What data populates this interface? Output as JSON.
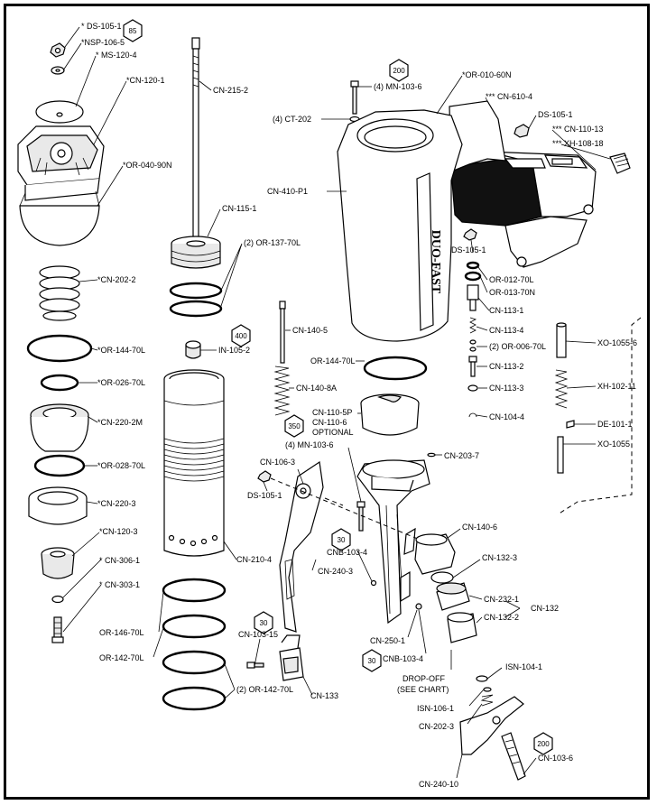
{
  "labels": {
    "ds105_1_top": "* DS-105-1",
    "nsp106_5": "*NSP-106-5",
    "ms120_4": "* MS-120-4",
    "cn120_1": "*CN-120-1",
    "or040_90n": "*OR-040-90N",
    "cn202_2": "*CN-202-2",
    "or144_70l_left": "*OR-144-70L",
    "or026_70l": "*OR-026-70L",
    "cn220_2m": "*CN-220-2M",
    "or028_70l": "*OR-028-70L",
    "cn220_3": "*CN-220-3",
    "cn120_3": "*CN-120-3",
    "cn306_1": "* CN-306-1",
    "cn303_1": "* CN-303-1",
    "cn215_2": "CN-215-2",
    "cn115_1": "CN-115-1",
    "or137_70l": "(2) OR-137-70L",
    "in105_2": "IN-105-2",
    "cn210_4": "CN-210-4",
    "or146_70l": "OR-146-70L",
    "or142_70l_a": "OR-142-70L",
    "or142_70l_b": "(2) OR-142-70L",
    "mn103_6_top": "(4) MN-103-6",
    "ct202": "(4) CT-202",
    "cn410_p1": "CN-410-P1",
    "or010_60n": "*OR-010-60N",
    "cn610_4": "*** CN-610-4",
    "ds105_1_right": "DS-105-1",
    "cn110_13": "*** CN-110-13",
    "xh108_18": "*** XH-108-18",
    "ds105_1_mid": "DS-105-1",
    "or012_70l": "OR-012-70L",
    "or013_70n": "OR-013-70N",
    "cn113_1": "CN-113-1",
    "cn113_4": "CN-113-4",
    "or006_70l": "(2) OR-006-70L",
    "cn113_2": "CN-113-2",
    "cn113_3": "CN-113-3",
    "cn104_4": "CN-104-4",
    "xo1055_6": "XO-1055-6",
    "xh102_11": "XH-102-11",
    "de101_1": "DE-101-1",
    "xo1055": "XO-1055",
    "cn140_5": "CN-140-5",
    "or144_70l_mid": "OR-144-70L",
    "cn140_8a": "CN-140-8A",
    "cn110_5p": "CN-110-5P",
    "cn110_6": "CN-110-6",
    "optional": "OPTIONAL",
    "mn103_6_mid": "(4) MN-103-6",
    "cn203_7": "CN-203-7",
    "cn106_3": "CN-106-3",
    "ds105_1_low": "DS-105-1",
    "cn140_6": "CN-140-6",
    "cnb103_4_a": "CNB-103-4",
    "cn240_3": "CN-240-3",
    "cn132_3": "CN-132-3",
    "cn232_1": "CN-232-1",
    "cn132": "CN-132",
    "cn132_2": "CN-132-2",
    "cn103_15": "CN-103-15",
    "cn250_1": "CN-250-1",
    "cnb103_4_b": "CNB-103-4",
    "cn133": "CN-133",
    "isn104_1": "ISN-104-1",
    "drop_off": "DROP-OFF",
    "see_chart": "(SEE CHART)",
    "isn106_1": "ISN-106-1",
    "cn202_3": "CN-202-3",
    "cn103_6_low": "CN-103-6",
    "cn240_10": "CN-240-10",
    "brand": "DUO-FAST"
  },
  "torque_badges": {
    "b85": "85",
    "b200_top": "200",
    "b400": "400",
    "b350": "350",
    "b30_mid": "30",
    "b30_left": "30",
    "b30_low": "30",
    "b200_low": "200"
  }
}
